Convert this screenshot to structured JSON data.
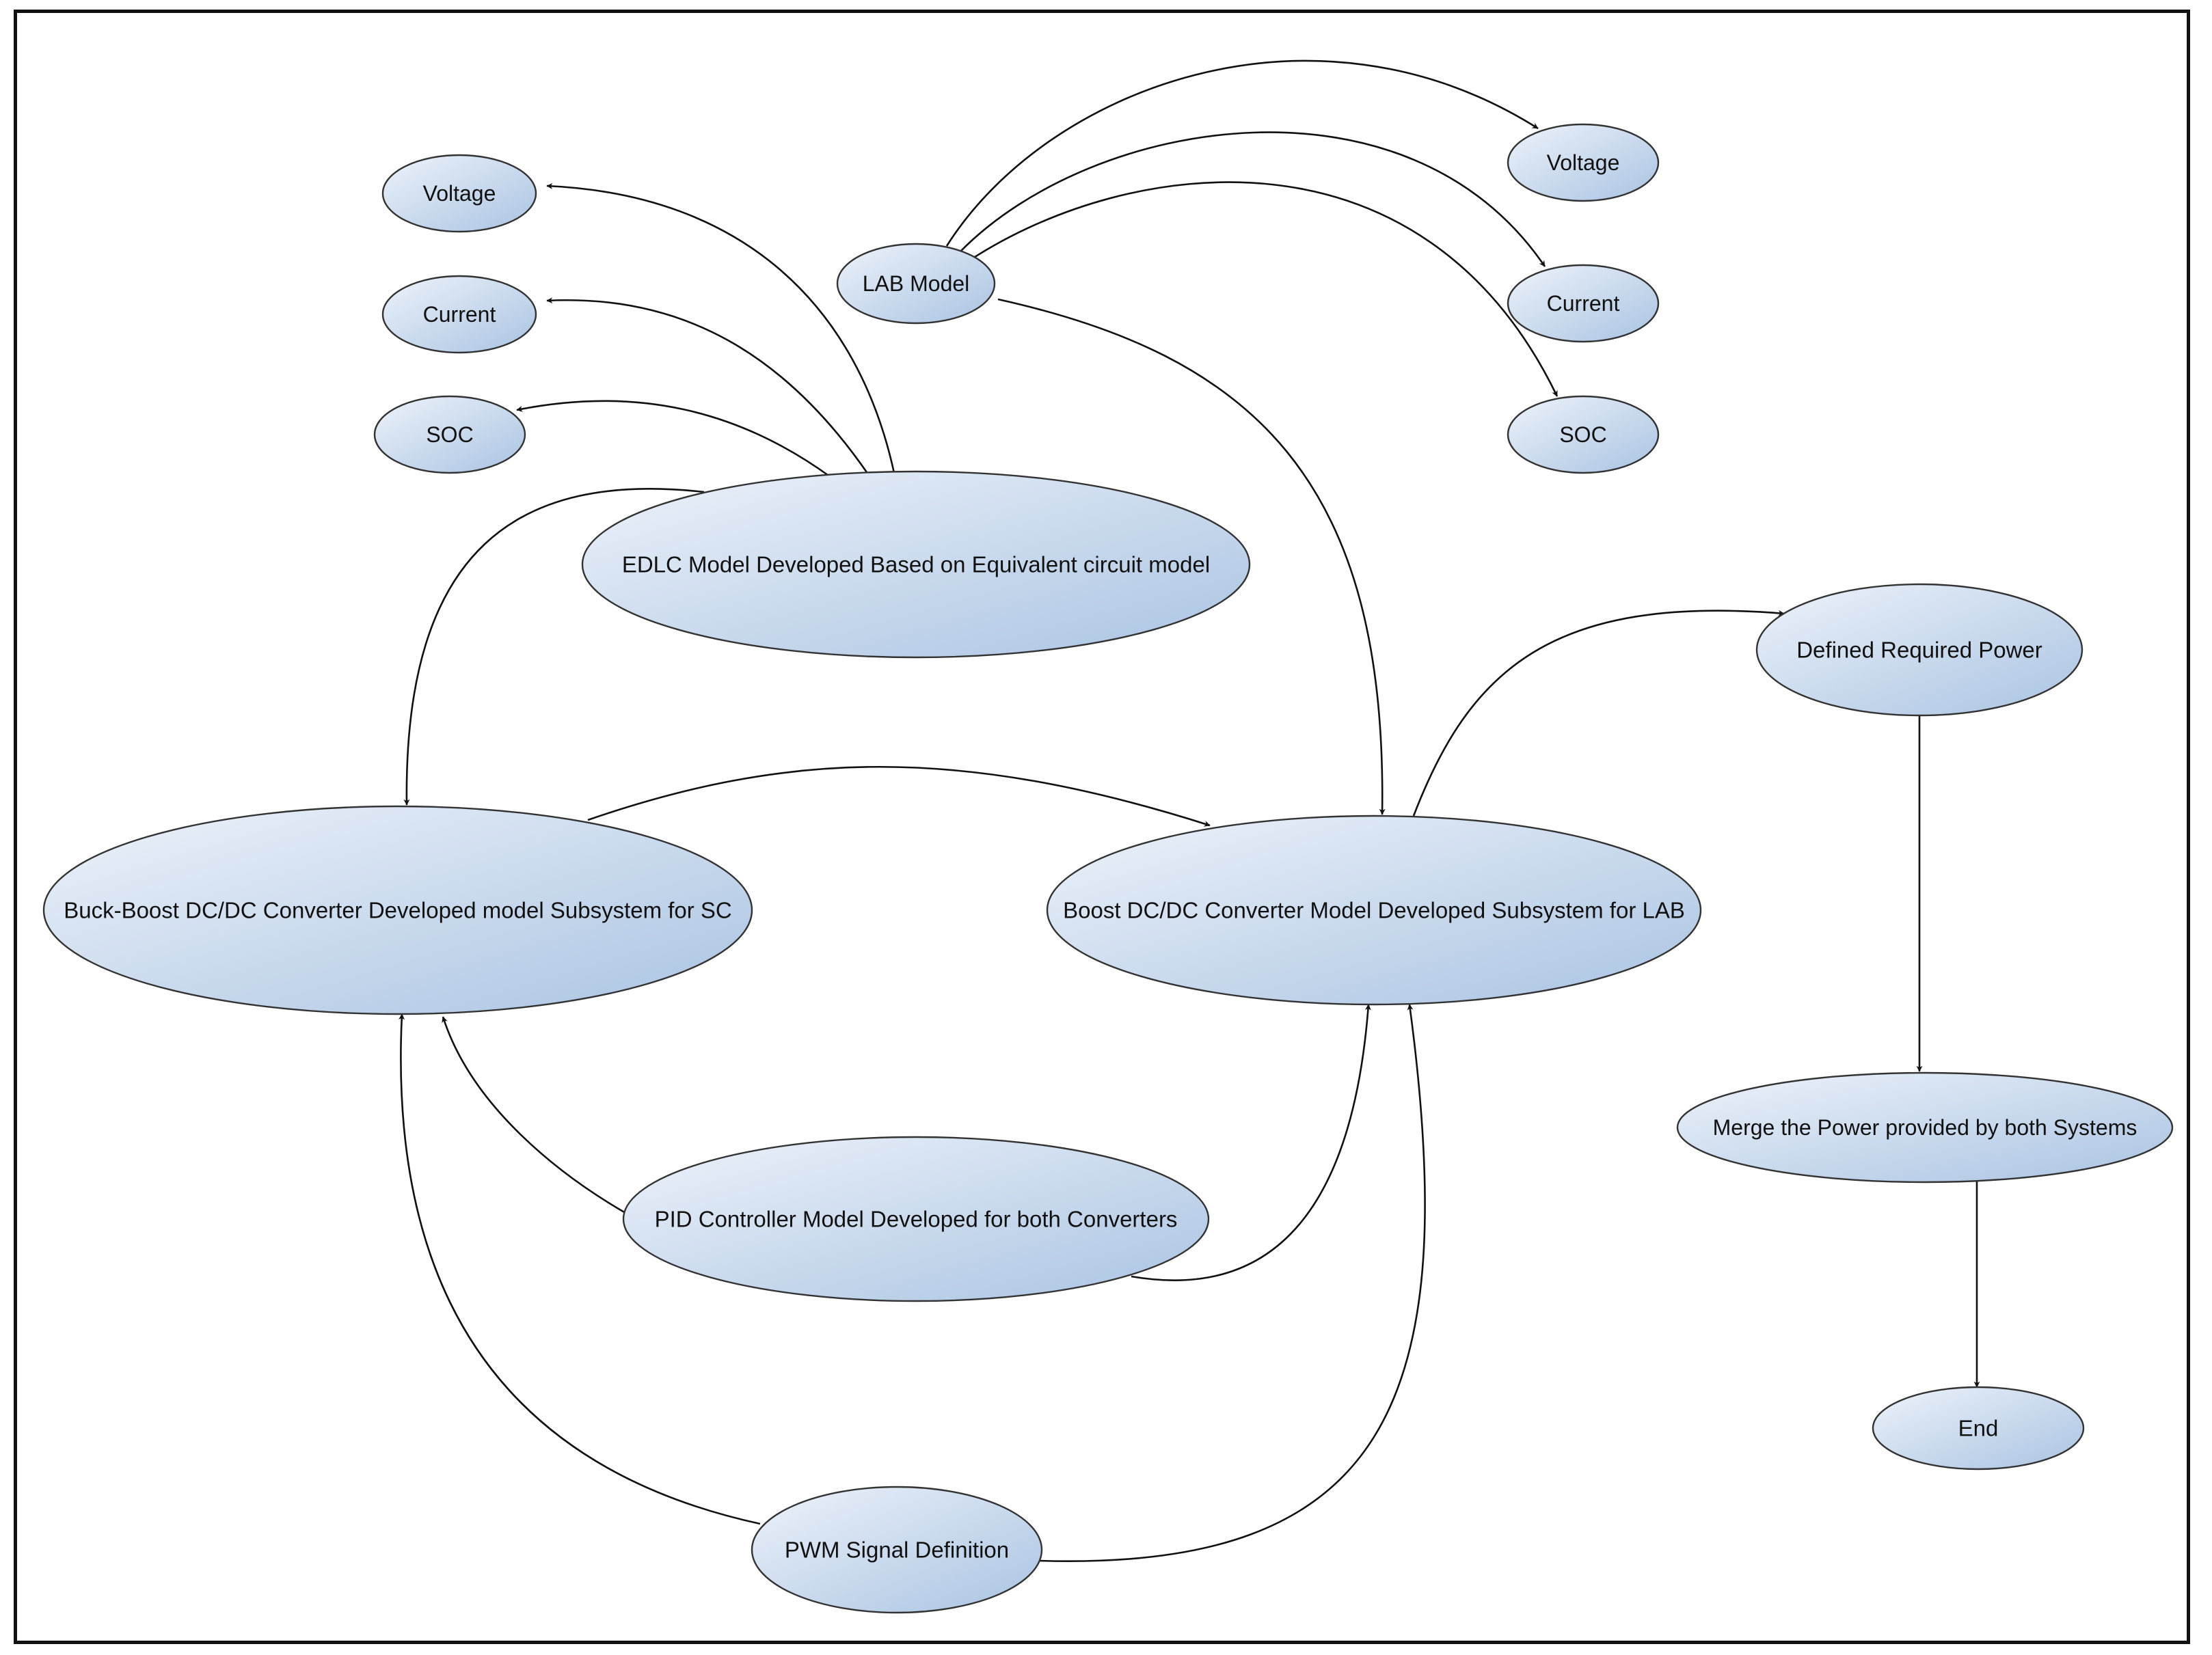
{
  "diagram": {
    "colors": {
      "node_fill_light": "#eef3fa",
      "node_fill_dark": "#a9c3e2",
      "edge": "#111111",
      "border": "#111111"
    },
    "nodes": {
      "voltage_sc": "Voltage",
      "current_sc": "Current",
      "soc_sc": "SOC",
      "lab_model": "LAB Model",
      "voltage_lab": "Voltage",
      "current_lab": "Current",
      "soc_lab": "SOC",
      "edlc_model": "EDLC Model Developed Based on Equivalent circuit model",
      "buck_boost": "Buck-Boost DC/DC Converter Developed model Subsystem for SC",
      "boost": "Boost DC/DC Converter Model Developed  Subsystem for LAB",
      "required_power": "Defined Required Power",
      "merge_power": "Merge the Power provided by both Systems",
      "end": "End",
      "pid": "PID Controller Model Developed for both Converters",
      "pwm": "PWM Signal Definition"
    },
    "edges": [
      {
        "from": "edlc_model",
        "to": "voltage_sc"
      },
      {
        "from": "edlc_model",
        "to": "current_sc"
      },
      {
        "from": "edlc_model",
        "to": "soc_sc"
      },
      {
        "from": "edlc_model",
        "to": "buck_boost"
      },
      {
        "from": "lab_model",
        "to": "voltage_lab"
      },
      {
        "from": "lab_model",
        "to": "current_lab"
      },
      {
        "from": "lab_model",
        "to": "soc_lab"
      },
      {
        "from": "lab_model",
        "to": "boost"
      },
      {
        "from": "buck_boost",
        "to": "boost"
      },
      {
        "from": "boost",
        "to": "required_power"
      },
      {
        "from": "required_power",
        "to": "merge_power"
      },
      {
        "from": "merge_power",
        "to": "end"
      },
      {
        "from": "pid",
        "to": "buck_boost"
      },
      {
        "from": "pid",
        "to": "boost"
      },
      {
        "from": "pwm",
        "to": "buck_boost"
      },
      {
        "from": "pwm",
        "to": "boost"
      }
    ]
  }
}
